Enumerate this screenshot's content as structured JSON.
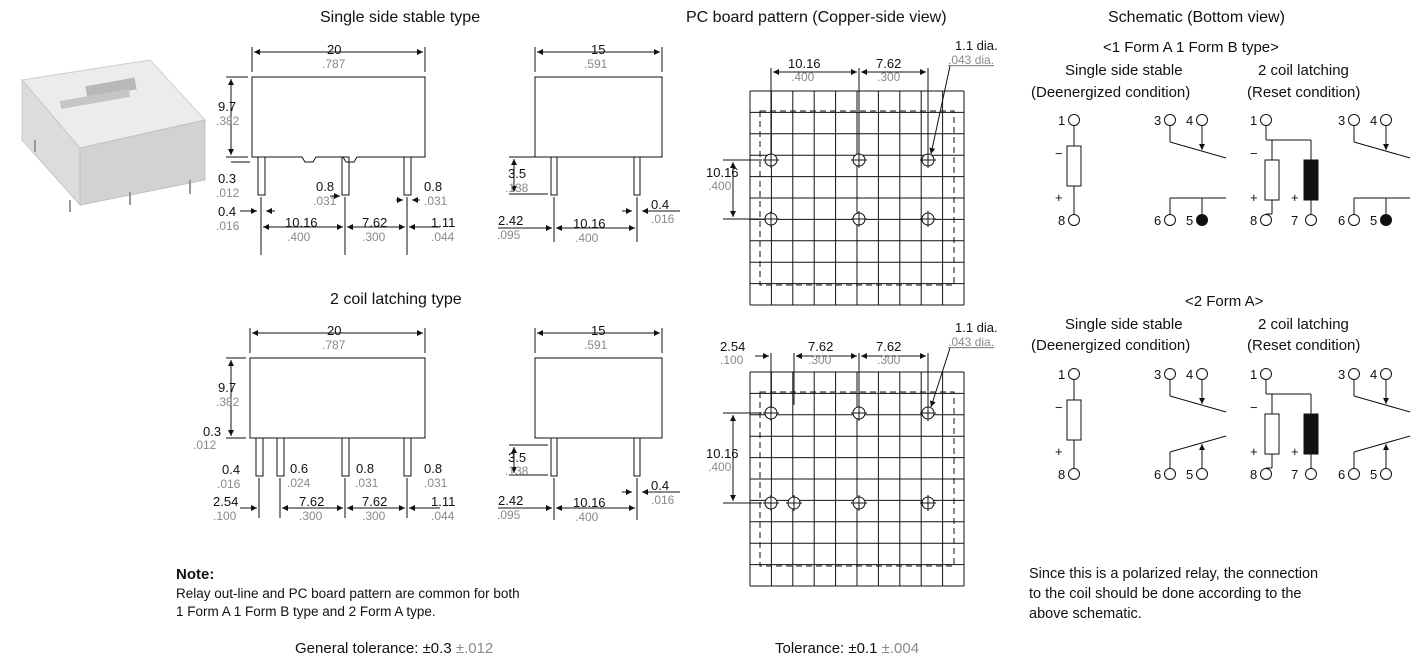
{
  "headers": {
    "single_side": "Single side stable type",
    "latching": "2 coil latching type",
    "pcb": "PC board pattern (Copper-side view)",
    "schematic": "Schematic (Bottom view)"
  },
  "schematic": {
    "form_1a1b": "<1 Form A 1 Form B type>",
    "form_2a": "<2 Form A>",
    "left_title_1": "Single side stable",
    "left_title_2": "(Deenergized condition)",
    "right_title_1": "2 coil latching",
    "right_title_2": "(Reset condition)",
    "polarized_note": [
      "Since this is a polarized relay, the connection",
      "to the coil should be done according to the",
      "above schematic."
    ],
    "pins": {
      "p1": "1",
      "p3": "3",
      "p4": "4",
      "p5": "5",
      "p6": "6",
      "p7": "7",
      "p8": "8",
      "minus": "−",
      "plus": "+"
    }
  },
  "dims": {
    "w20": "20",
    "w20in": ".787",
    "w15": "15",
    "w15in": ".591",
    "h97": "9.7",
    "h97in": ".382",
    "d03": "0.3",
    "d03in": ".012",
    "d04": "0.4",
    "d04in": ".016",
    "d06": "0.6",
    "d06in": ".024",
    "d08": "0.8",
    "d08in": ".031",
    "d1016": "10.16",
    "d1016in": ".400",
    "d762": "7.62",
    "d762in": ".300",
    "d111": "1.11",
    "d111in": ".044",
    "d35": "3.5",
    "d35in": ".138",
    "d242": "2.42",
    "d242in": ".095",
    "d254": "2.54",
    "d254in": ".100",
    "dia": "1.1 dia.",
    "diain": ".043 dia."
  },
  "note": {
    "title": "Note:",
    "line1": "Relay out-line and PC board pattern are common for both",
    "line2": "1 Form A 1 Form B type and 2 Form A type."
  },
  "tolerance": {
    "general_label": "General tolerance: ±0.3",
    "general_inch": "±.012",
    "pcb_label": "Tolerance: ±0.1",
    "pcb_inch": "±.004"
  }
}
